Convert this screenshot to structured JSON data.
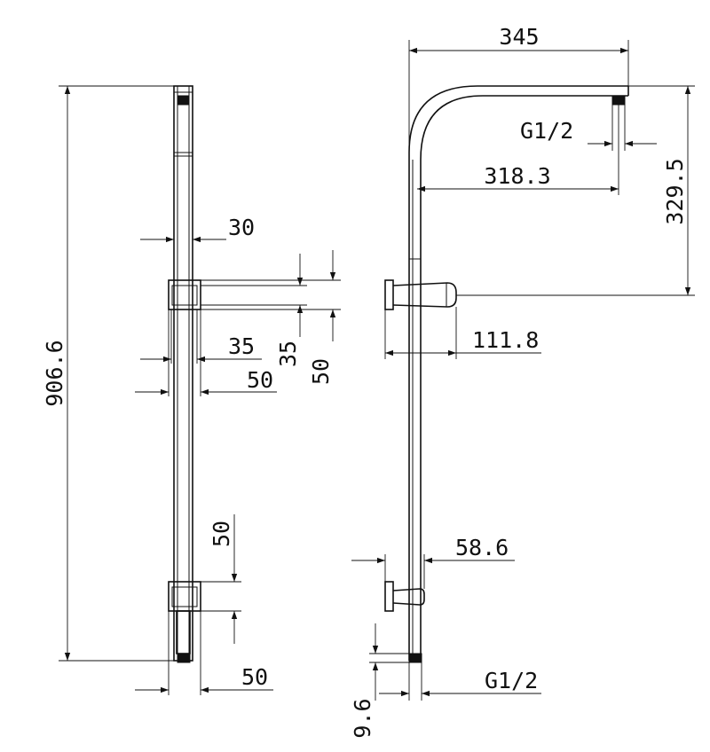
{
  "front_view": {
    "overall_height": "906.6",
    "rail_width": "30",
    "bracket_width_inner": "35",
    "bracket_width_outer": "50",
    "bracket_height_inner": "35",
    "bracket_height_outer": "50",
    "lower_bracket_height": "50",
    "lower_bracket_width": "50"
  },
  "side_view": {
    "arm_reach": "345",
    "outlet_thread": "G1/2",
    "arm_offset": "318.3",
    "arm_height": "329.5",
    "holder_depth": "111.8",
    "lower_bracket_depth": "58.6",
    "inlet_thread": "G1/2",
    "inlet_length": "9.6"
  }
}
